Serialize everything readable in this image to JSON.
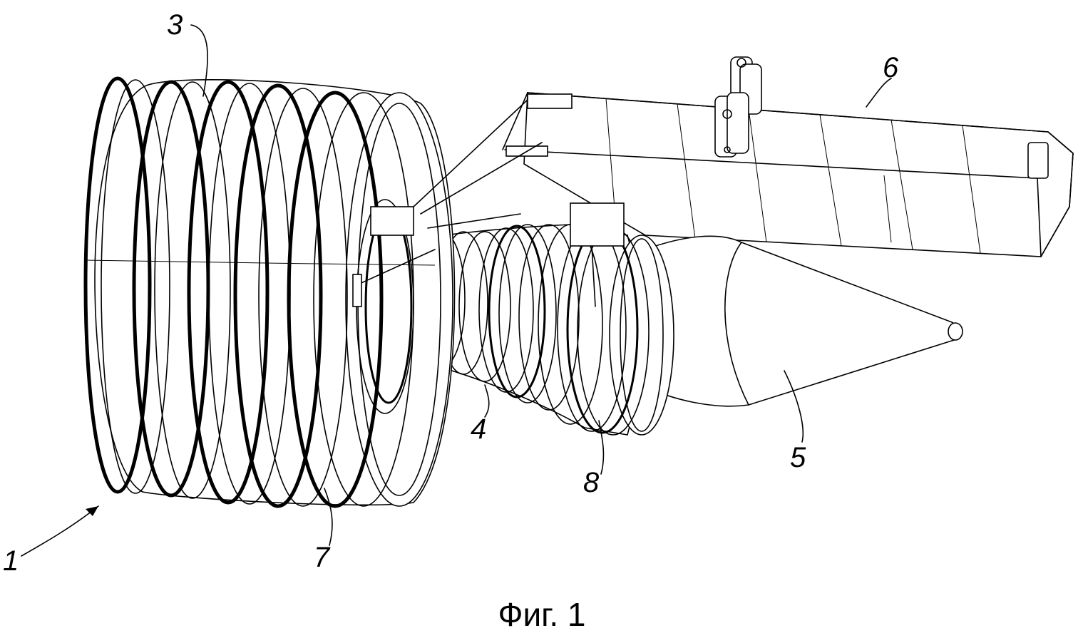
{
  "figure": {
    "caption": "Фиг. 1",
    "labels": {
      "l1": "1",
      "l3": "3",
      "l4": "4",
      "l5": "5",
      "l6": "6",
      "l7": "7",
      "l8": "8"
    }
  },
  "colors": {
    "ink": "#000000",
    "paper": "#ffffff"
  }
}
